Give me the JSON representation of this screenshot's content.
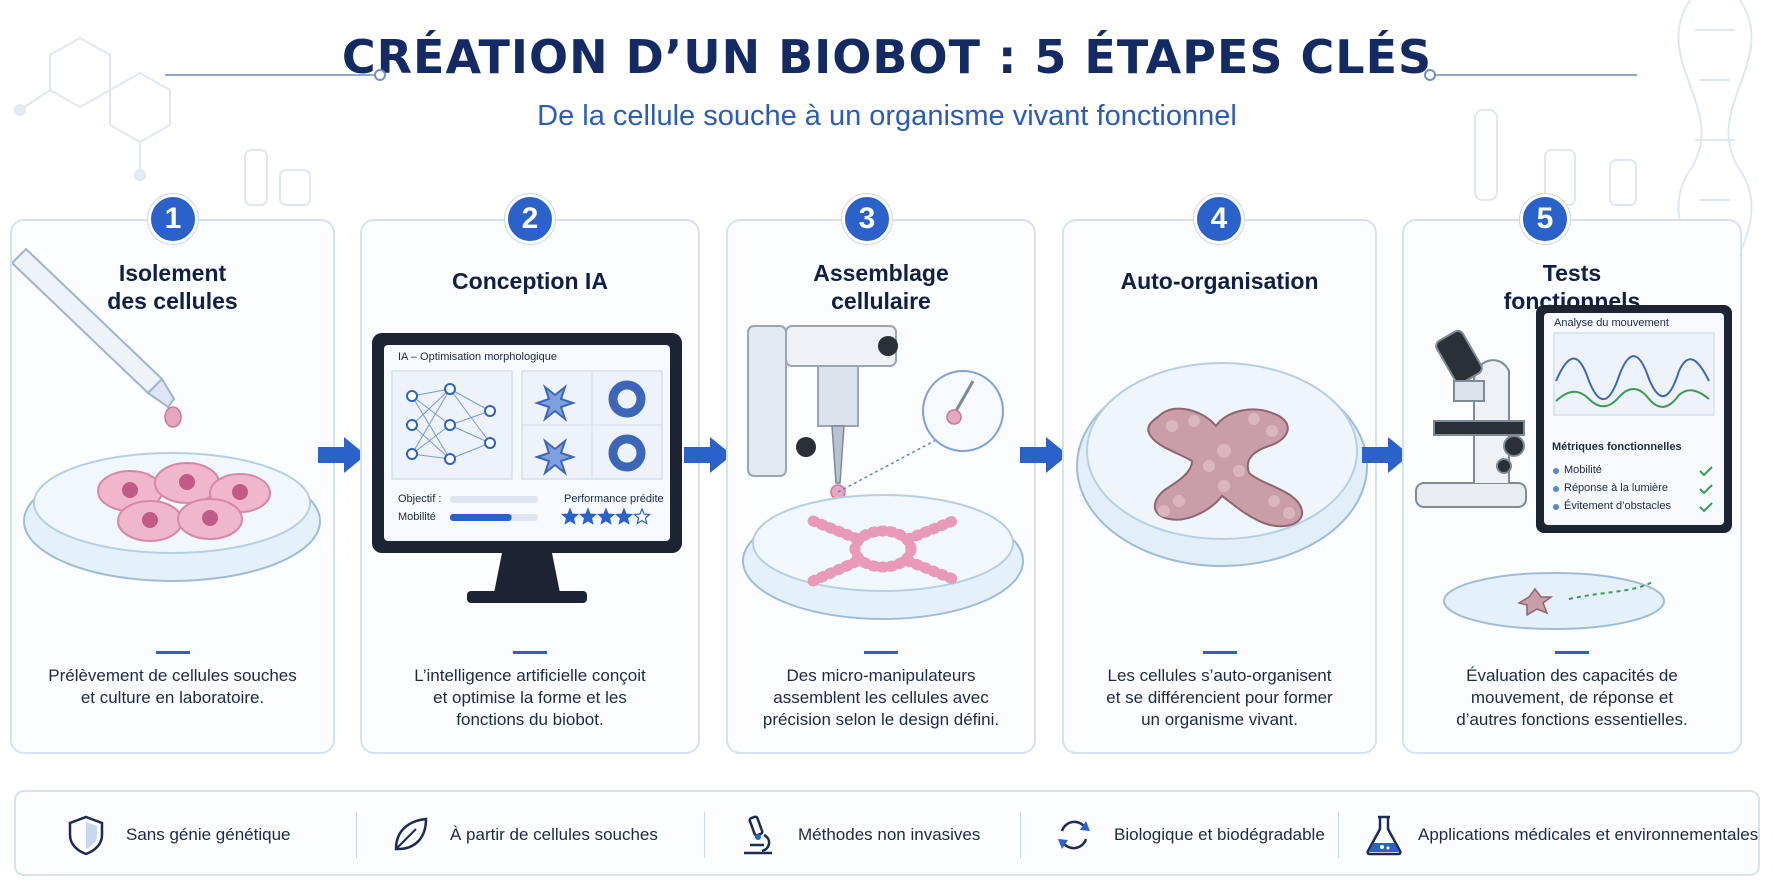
{
  "header": {
    "title": "CRÉATION D’UN BIOBOT : 5 ÉTAPES CLÉS",
    "subtitle": "De la cellule souche à un organisme vivant fonctionnel"
  },
  "steps": [
    {
      "number": "1",
      "title_line1": "Isolement",
      "title_line2": "des cellules",
      "desc_line1": "Prélèvement de cellules souches",
      "desc_line2": "et culture en laboratoire.",
      "desc_line3": ""
    },
    {
      "number": "2",
      "title_line1": "Conception IA",
      "title_line2": "",
      "desc_line1": "L’intelligence artificielle conçoit",
      "desc_line2": "et optimise la forme et les",
      "desc_line3": "fonctions du biobot."
    },
    {
      "number": "3",
      "title_line1": "Assemblage",
      "title_line2": "cellulaire",
      "desc_line1": "Des micro-manipulateurs",
      "desc_line2": "assemblent les cellules avec",
      "desc_line3": "précision selon le design défini."
    },
    {
      "number": "4",
      "title_line1": "Auto-organisation",
      "title_line2": "",
      "desc_line1": "Les cellules s’auto-organisent",
      "desc_line2": "et se différencient pour former",
      "desc_line3": "un organisme vivant."
    },
    {
      "number": "5",
      "title_line1": "Tests",
      "title_line2": "fonctionnels",
      "desc_line1": "Évaluation des capacités de",
      "desc_line2": "mouvement, de réponse et",
      "desc_line3": "d’autres fonctions essentielles."
    }
  ],
  "ai_screen": {
    "header": "IA – Optimisation morphologique",
    "objective_label": "Objectif :",
    "mobility_label": "Mobilité",
    "mobility_level": 0.7,
    "performance_label": "Performance prédite",
    "rating": 4,
    "rating_max": 5
  },
  "analysis_screen": {
    "header": "Analyse du mouvement",
    "metrics_title": "Métriques fonctionnelles",
    "metrics": [
      "Mobilité",
      "Réponse à la lumière",
      "Évitement d’obstacles"
    ]
  },
  "features": [
    {
      "icon": "shield-icon",
      "label": "Sans génie génétique"
    },
    {
      "icon": "leaf-icon",
      "label": "À partir de cellules souches"
    },
    {
      "icon": "microscope-icon",
      "label": "Méthodes non invasives"
    },
    {
      "icon": "recycle-icon",
      "label": "Biologique et biodégradable"
    },
    {
      "icon": "flask-icon",
      "label": "Applications médicales et environnementales"
    }
  ],
  "colors": {
    "accent": "#2a62c9",
    "title": "#142a63",
    "card_border": "#d6e1f2",
    "cell_pink": "#e6a4bd"
  }
}
